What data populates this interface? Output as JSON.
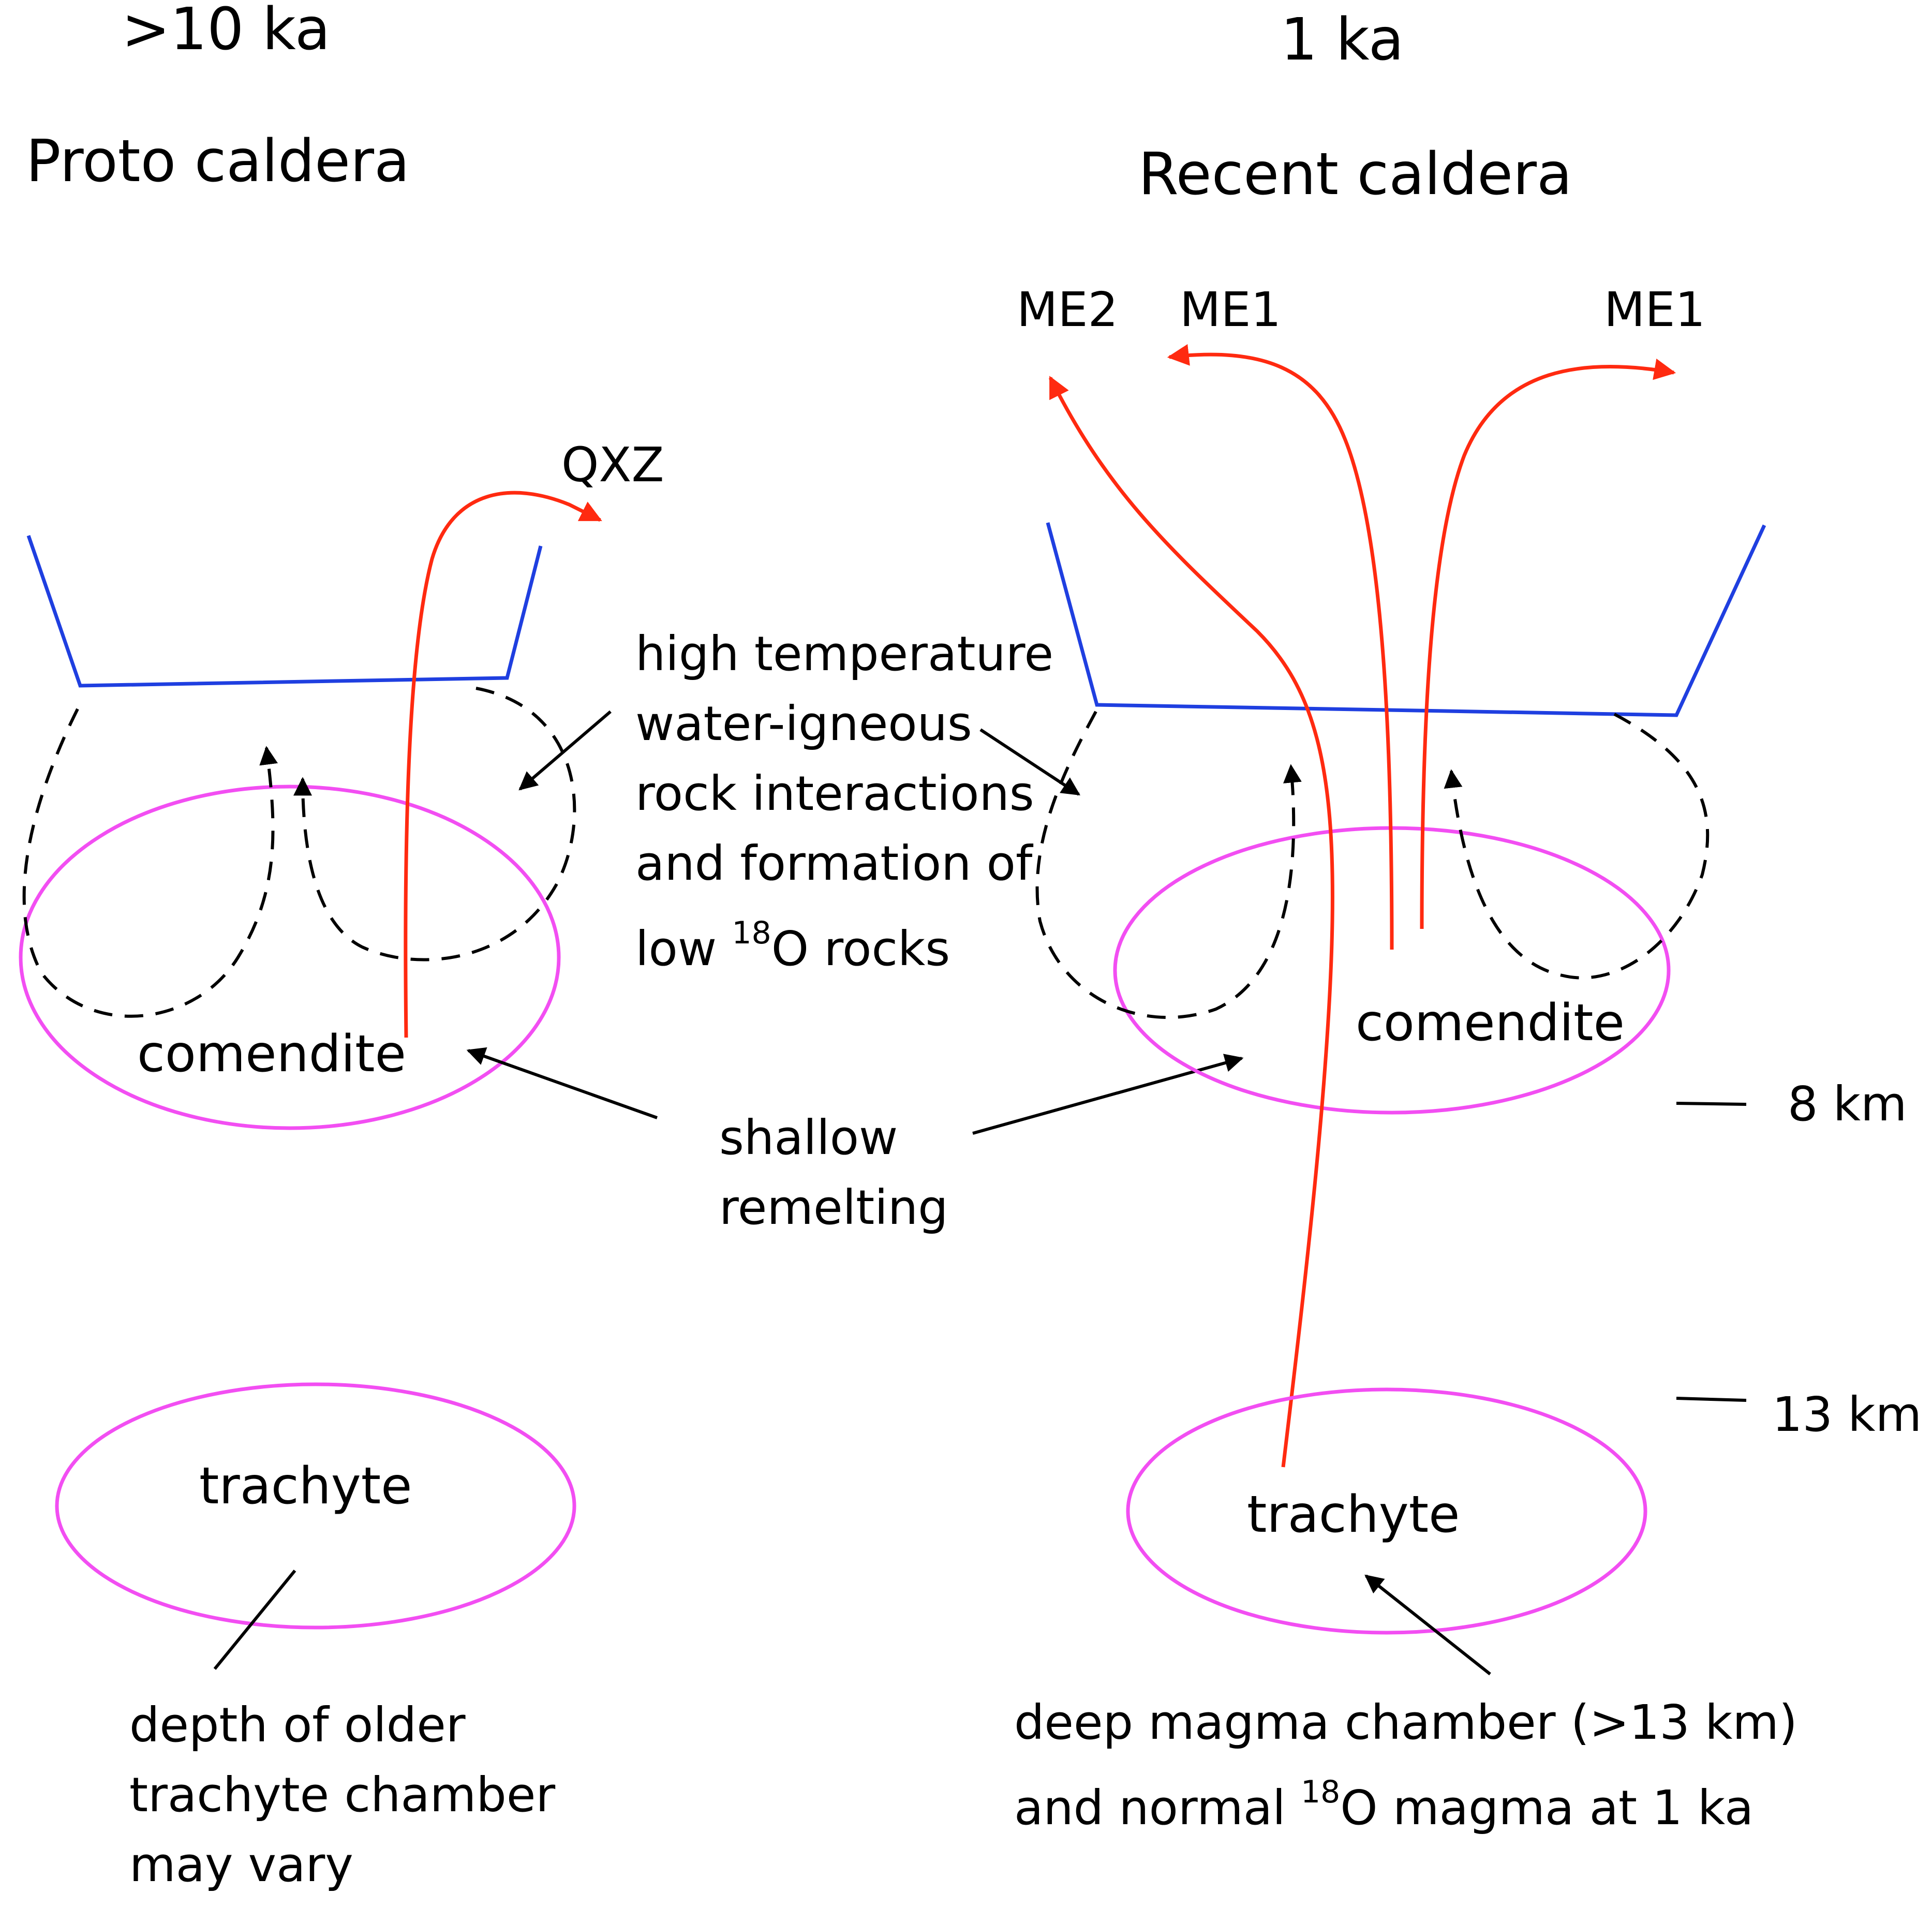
{
  "colors": {
    "caldera_floor": "#1f3fe0",
    "chamber_outline": "#f24ef2",
    "magma_path": "#ff2a10",
    "convection": "#000000",
    "text": "#000000"
  },
  "left_panel": {
    "age": ">10 ka",
    "title": "Proto caldera",
    "outlet_label": "QXZ",
    "shallow_chamber_label": "comendite",
    "deep_chamber_label": "trachyte",
    "note_lines": [
      "depth of older",
      "trachyte chamber",
      "may vary"
    ]
  },
  "right_panel": {
    "age": "1 ka",
    "title": "Recent caldera",
    "outlet_labels": [
      "ME2",
      "ME1",
      "ME1"
    ],
    "shallow_chamber_label": "comendite",
    "deep_chamber_label": "trachyte",
    "depth_markers": [
      "8 km",
      "13 km"
    ],
    "note_line1": "deep magma chamber (>13 km)",
    "note_line2_prefix": "and normal ",
    "note_line2_sup": "18",
    "note_line2_suffix": "O magma at 1 ka"
  },
  "center_annotations": {
    "hydro_lines": [
      "high temperature",
      "water-igneous",
      "rock interactions",
      "and formation of"
    ],
    "hydro_last_prefix": "low ",
    "hydro_last_sup": "18",
    "hydro_last_suffix": "O rocks",
    "remelt_lines": [
      "shallow",
      "remelting"
    ]
  }
}
